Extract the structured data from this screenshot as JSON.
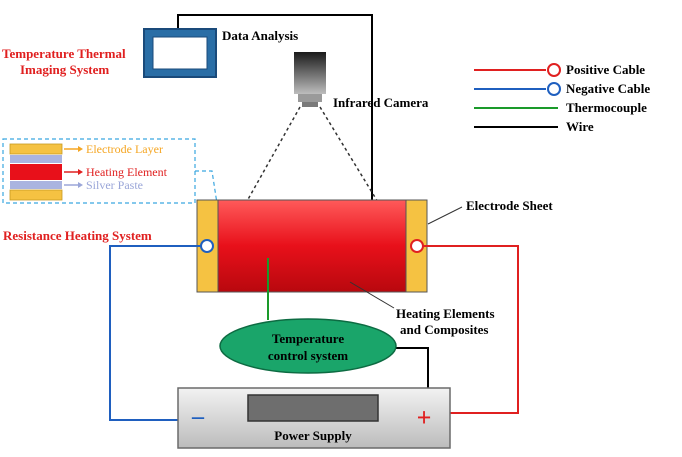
{
  "labels": {
    "data_analysis": "Data Analysis",
    "thermal_line1": "Temperature Thermal",
    "thermal_line2": "Imaging System",
    "infrared_camera": "Infrared Camera",
    "electrode_layer": "Electrode Layer",
    "heating_element": "Heating Element",
    "silver_paste": "Silver Paste",
    "electrode_sheet": "Electrode Sheet",
    "resistance_heating": "Resistance Heating System",
    "heating_elements_line1": "Heating Elements",
    "heating_elements_line2": "and Composites",
    "temp_control_line1": "Temperature",
    "temp_control_line2": "control system",
    "power_supply": "Power Supply",
    "minus": "–",
    "plus": "+"
  },
  "legend": [
    {
      "label": "Positive Cable",
      "color": "#e02020",
      "marker": "circle"
    },
    {
      "label": "Negative Cable",
      "color": "#1f5fbf",
      "marker": "circle"
    },
    {
      "label": "Thermocouple",
      "color": "#1a9a2a",
      "marker": "none"
    },
    {
      "label": "Wire",
      "color": "#000000",
      "marker": "none"
    }
  ],
  "colors": {
    "positive": "#e02020",
    "negative": "#1f5fbf",
    "thermocouple": "#1a9a2a",
    "wire": "#000000",
    "electrode": "#f5c242",
    "silver": "#aab4e0",
    "heating": "#e8101a",
    "monitor": "#2a6ea6",
    "control": "#1aa56a",
    "power": "#d8d8d8",
    "label_red": "#e02020",
    "label_orange": "#f5a623",
    "label_silver": "#9aa6d8"
  }
}
